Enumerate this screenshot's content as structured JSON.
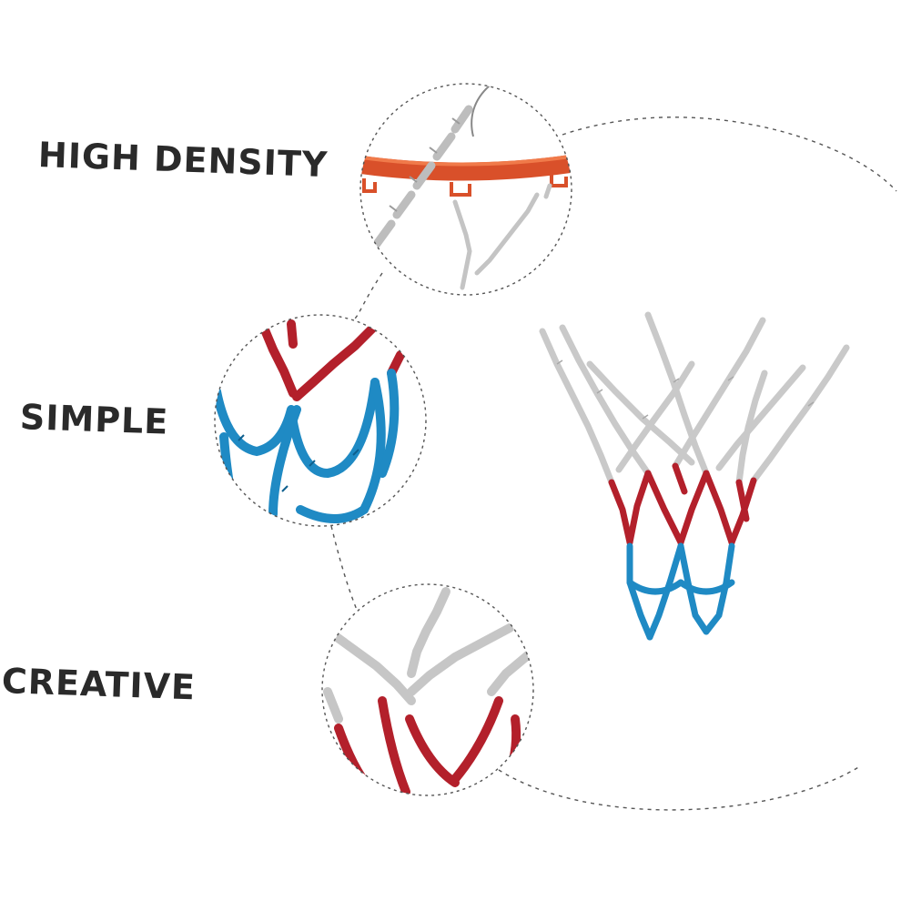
{
  "features": [
    {
      "label": "HIGH DENSITY"
    },
    {
      "label": "SIMPLE"
    },
    {
      "label": "CREATIVE"
    }
  ],
  "colors": {
    "chain_silver": "#c9c9c9",
    "chain_red": "#b3202b",
    "chain_blue": "#1f8ac4",
    "rim_orange": "#d9502a",
    "label_text": "#2a2a2a",
    "dashed_line": "#555555"
  },
  "images": [
    {
      "name": "closeup-rim-chains",
      "depicts": "silver chain attached to orange rim"
    },
    {
      "name": "closeup-red-blue-chains",
      "depicts": "red and blue chain links"
    },
    {
      "name": "closeup-silver-red-chains",
      "depicts": "silver and red chain links"
    },
    {
      "name": "basketball-net",
      "depicts": "tri-color chain basketball net"
    }
  ]
}
